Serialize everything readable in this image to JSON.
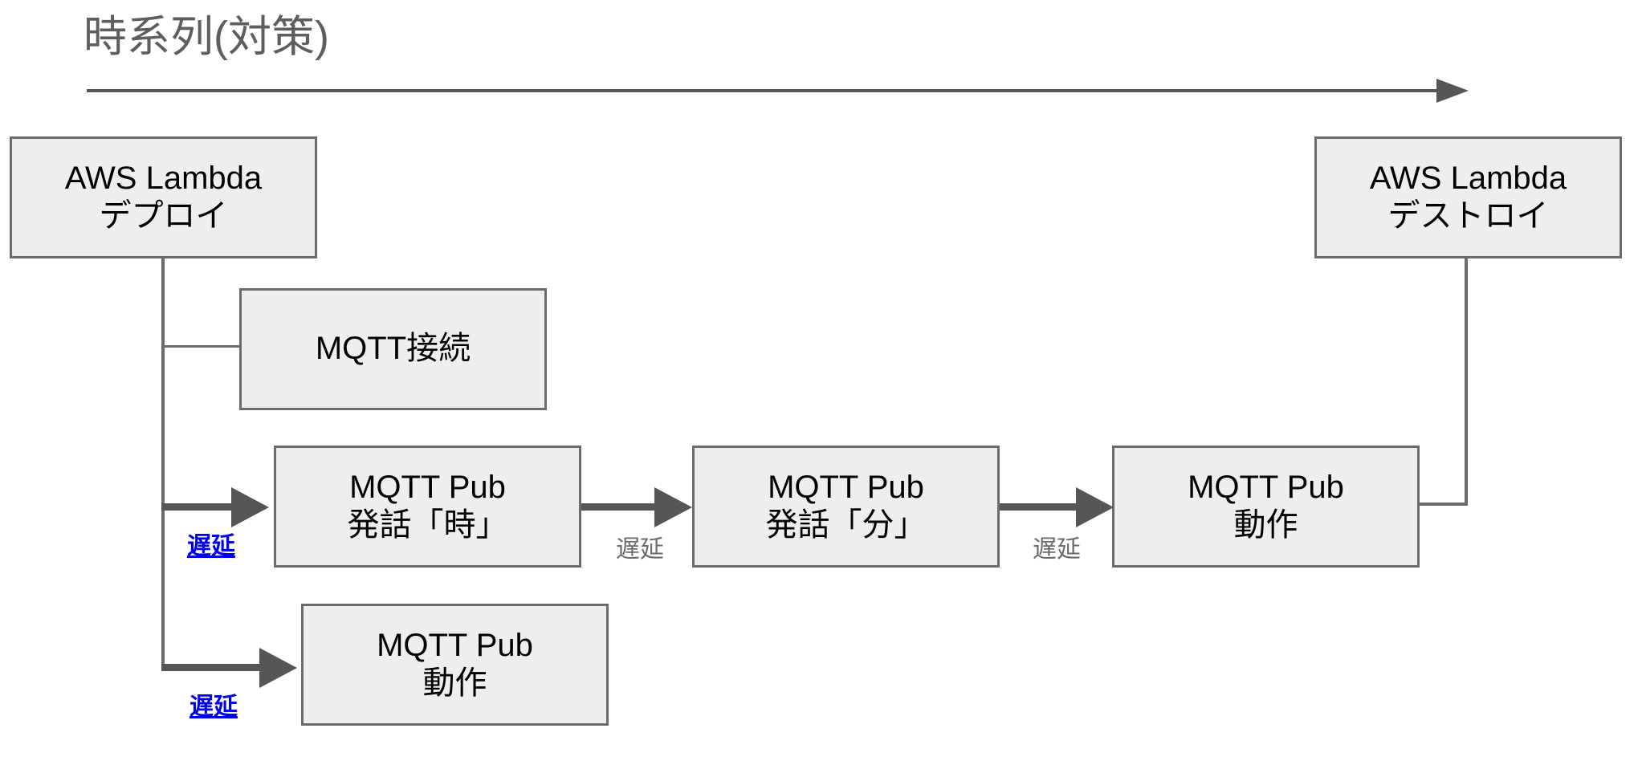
{
  "title": "時系列(対策)",
  "colors": {
    "box_fill": "#eeeeee",
    "box_border": "#6b6b6b",
    "connector": "#565656",
    "title_text": "#5e5e5e",
    "delay_highlight": "#0000ee",
    "delay_normal": "#6b6b6b"
  },
  "axis": {
    "name": "timeline-axis",
    "direction": "left-to-right"
  },
  "nodes": [
    {
      "id": "lambda-deploy",
      "line1": "AWS Lambda",
      "line2": "デプロイ"
    },
    {
      "id": "lambda-destroy",
      "line1": "AWS Lambda",
      "line2": "デストロイ"
    },
    {
      "id": "mqtt-connect",
      "line1": "MQTT接続",
      "line2": ""
    },
    {
      "id": "mqtt-pub-hour",
      "line1": "MQTT Pub",
      "line2": "発話「時」"
    },
    {
      "id": "mqtt-pub-minute",
      "line1": "MQTT Pub",
      "line2": "発話「分」"
    },
    {
      "id": "mqtt-pub-action",
      "line1": "MQTT Pub",
      "line2": "動作"
    },
    {
      "id": "mqtt-pub-action-bottom",
      "line1": "MQTT Pub",
      "line2": "動作"
    }
  ],
  "labels": {
    "delay1": "遅延",
    "delay2": "遅延",
    "delay3": "遅延",
    "delay4": "遅延"
  }
}
